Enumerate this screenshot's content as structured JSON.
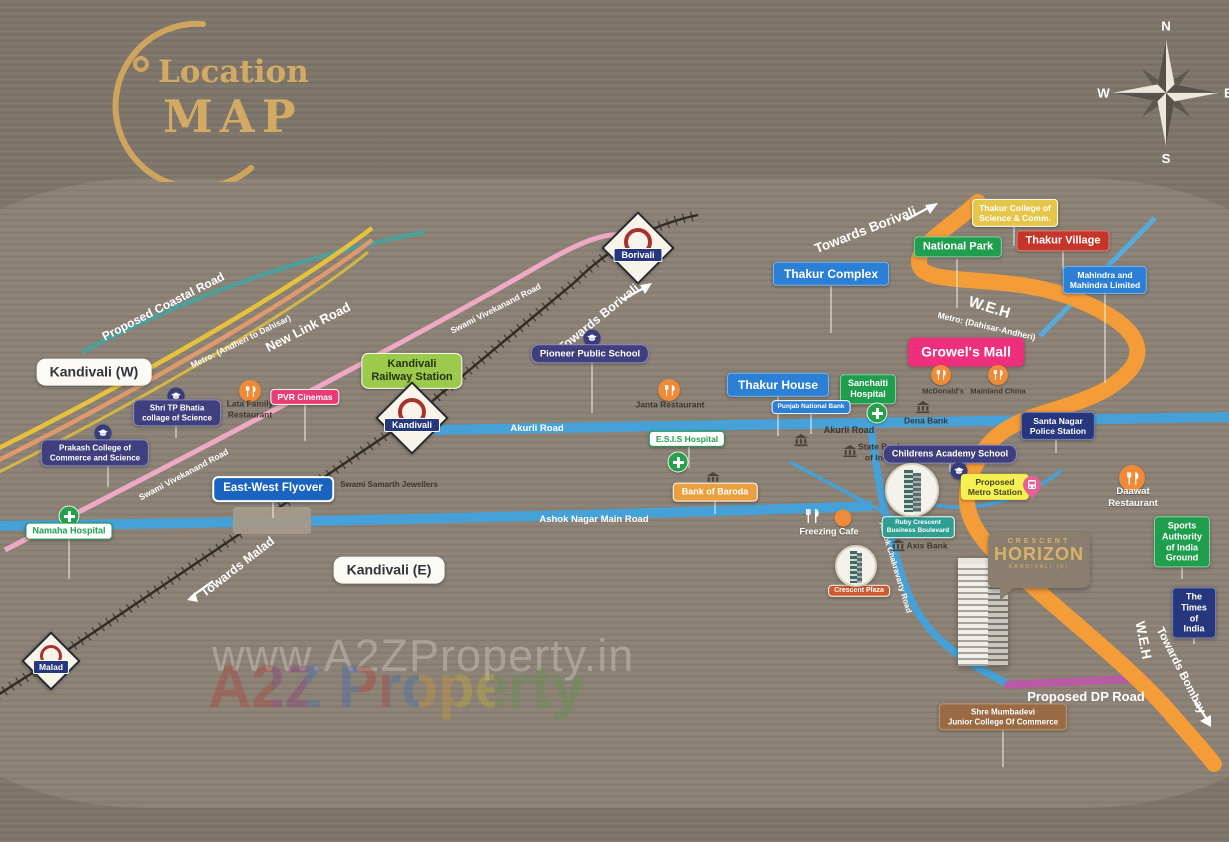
{
  "logo": {
    "word1": "Location",
    "word2": "MAP"
  },
  "compass": {
    "north": "N",
    "east": "E",
    "south": "S",
    "west": "W"
  },
  "watermark": {
    "url_text": "www.A2ZProperty.in",
    "brand_text": "A2Z Property"
  },
  "horizon_logo": {
    "brand": "CRESCENT",
    "name": "HORIZON",
    "location": "KANDIVALI (E)"
  },
  "areas": {
    "kandivali_west": {
      "label": "Kandivali (W)"
    },
    "kandivali_east": {
      "label": "Kandivali (E)"
    }
  },
  "stations": {
    "borivali": {
      "name": "Borivali"
    },
    "kandivali": {
      "name": "Kandivali"
    },
    "malad": {
      "name": "Malad"
    }
  },
  "roads": {
    "proposed_coastal": {
      "label": "Proposed Coastal Road"
    },
    "metro_andheri_dahisar": {
      "label": "Metro: (Andheri to Dahisar)"
    },
    "new_link": {
      "label": "New Link Road"
    },
    "swami_vivekanand_upper": {
      "label": "Swami Vivekanand Road"
    },
    "swami_vivekanand_lower": {
      "label": "Swami Vivekanand Road"
    },
    "weh_upper": {
      "label": "W.E.H"
    },
    "metro_dahisar_andheri": {
      "label": "Metro: (Dahisar-Andheri)"
    },
    "akurli_west": {
      "label": "Akurli Road"
    },
    "akurli_east": {
      "label": "Akurli Road"
    },
    "ashok_nagar_main": {
      "label": "Ashok Nagar Main Road"
    },
    "ashok_chakravarty": {
      "label": "Ashok Chakravarty Road"
    },
    "weh_lower": {
      "label": "W.E.H"
    },
    "proposed_dp": {
      "label": "Proposed DP Road"
    }
  },
  "directions": {
    "towards_borivali_highway": {
      "label": "Towards Borivali"
    },
    "towards_borivali_rail": {
      "label": "Towards Borivali"
    },
    "towards_malad": {
      "label": "Towards Malad"
    },
    "towards_bombay": {
      "label": "Towards Bombay"
    }
  },
  "places": {
    "kandivali_railway_station": {
      "label": "Kandivali\nRailway Station"
    },
    "pioneer_public_school": {
      "label": "Pioneer Public School"
    },
    "thakur_complex": {
      "label": "Thakur Complex"
    },
    "national_park": {
      "label": "National Park"
    },
    "thakur_college": {
      "label": "Thakur College of\nScience & Comm."
    },
    "thakur_village": {
      "label": "Thakur Village"
    },
    "mahindra_limited": {
      "label": "Mahindra and\nMahindra Limited"
    },
    "growels_mall": {
      "label": "Growel's Mall"
    },
    "thakur_house": {
      "label": "Thakur House"
    },
    "sanchaiti_hospital": {
      "label": "Sanchaiti\nHospital"
    },
    "mcdonalds": {
      "label": "McDonald's"
    },
    "mainland_china": {
      "label": "Mainland China"
    },
    "dena_bank": {
      "label": "Dena Bank"
    },
    "santa_nagar_police_station": {
      "label": "Santa Nagar\nPolice Station"
    },
    "punjab_national_bank": {
      "label": "Punjab National Bank"
    },
    "state_bank_of_india": {
      "label": "State Bank\nof India"
    },
    "childrens_academy_school": {
      "label": "Childrens Academy School"
    },
    "proposed_metro_station": {
      "label": "Proposed\nMetro Station"
    },
    "daawat_restaurant": {
      "label": "Daawat\nRestaurant"
    },
    "esis_hospital": {
      "label": "E.S.I.S Hospital"
    },
    "bank_of_baroda": {
      "label": "Bank of Baroda"
    },
    "janta_restaurant": {
      "label": "Janta Restaurant"
    },
    "lata_family_restaurant": {
      "label": "Lata Family\nRestaurant"
    },
    "pvr_cinemas": {
      "label": "PVR Cinemas"
    },
    "shri_tp_bhatia_college": {
      "label": "Shri TP Bhatia\ncollage of Science"
    },
    "prakash_college": {
      "label": "Prakash College of\nCommerce and Science"
    },
    "east_west_flyover": {
      "label": "East-West Flyover"
    },
    "namaha_hospital": {
      "label": "Namaha Hospital"
    },
    "swami_samarth_jewellers": {
      "label": "Swami Samarth Jewellers"
    },
    "freezing_cafe": {
      "label": "Freezing Cafe"
    },
    "axis_bank": {
      "label": "Axis Bank"
    },
    "ruby_crescent": {
      "label": "Ruby Crescent\nBusiness Boulevard"
    },
    "crescent_plaza": {
      "label": "Crescent Plaza"
    },
    "sports_authority": {
      "label": "Sports Authority\nof India Ground"
    },
    "times_of_india": {
      "label": "The Times of India"
    },
    "mumbadevi_college": {
      "label": "Shre Mumbadevi\nJunior College Of Commerce"
    }
  },
  "colors": {
    "accent_gold": "#d3aa63",
    "highway_orange": "#f49c38",
    "road_blue": "#45a1d8",
    "road_pink": "#eeaac4",
    "metro_yellow": "#e6c23c",
    "coastal_teal": "#4f9e98",
    "dp_magenta": "#b85aa4"
  }
}
